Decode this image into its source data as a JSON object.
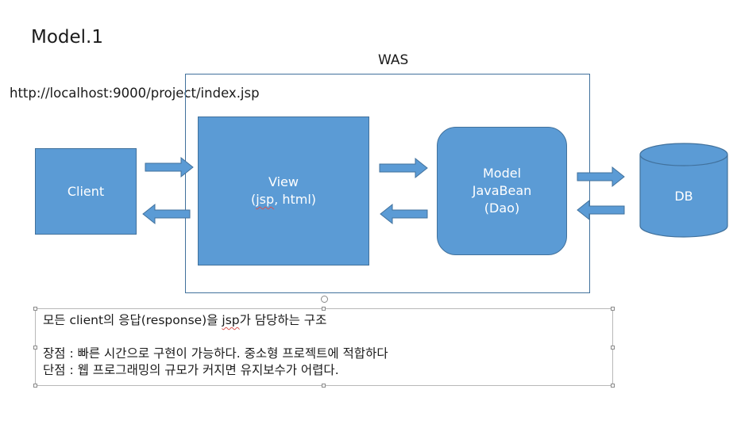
{
  "diagram": {
    "title": "Model.1",
    "was_label": "WAS",
    "url": "http://localhost:9000/project/index.jsp",
    "client": {
      "label": "Client"
    },
    "view": {
      "line1": "View",
      "line2_prefix": "(",
      "line2_squiggle": "jsp",
      "line2_suffix": ", html)"
    },
    "model": {
      "line1": "Model",
      "line2": "JavaBean",
      "line3": "(Dao)"
    },
    "db": {
      "label": "DB"
    },
    "colors": {
      "box_fill": "#5b9bd5",
      "box_border": "#41719c",
      "text": "#1a1a1a"
    }
  },
  "note": {
    "line1_prefix": "모든 client의 응답(response)을 ",
    "line1_squiggle": "jsp",
    "line1_suffix": "가 담당하는 구조",
    "line2": "",
    "line3": "장점 : 빠른 시간으로 구현이 가능하다. 중소형 프로젝트에 적합하다",
    "line4": "단점 : 웹 프로그래밍의 규모가 커지면 유지보수가 어렵다."
  }
}
